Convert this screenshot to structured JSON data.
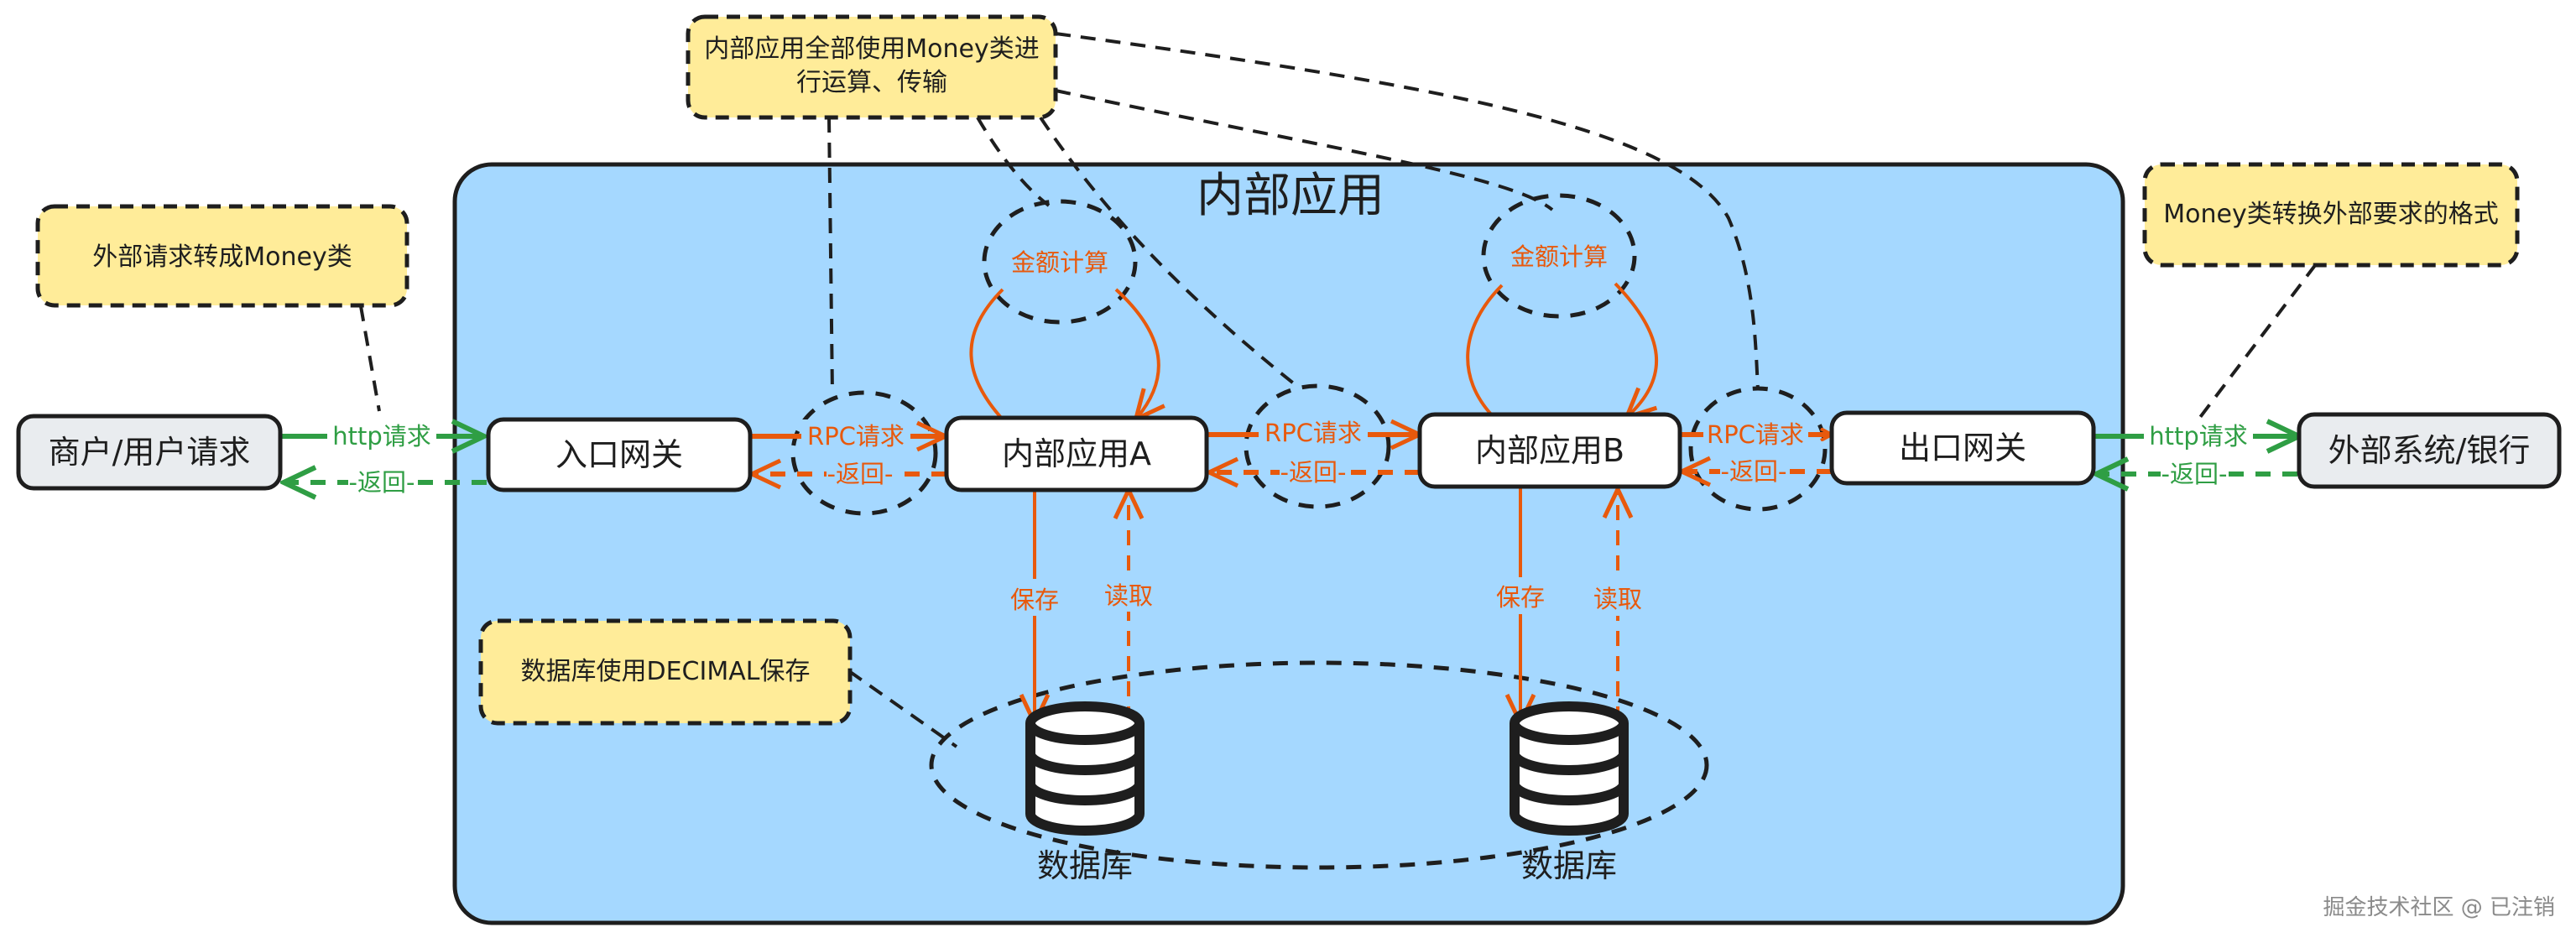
{
  "container": {
    "title": "内部应用",
    "fill": "#a5d8ff"
  },
  "colors": {
    "note_fill": "#ffec99",
    "orange": "#e8590c",
    "green": "#2f9e44",
    "external_fill": "#e9ecef",
    "box_fill": "#ffffff",
    "stroke": "#1e1e1e"
  },
  "nodes": {
    "merchant": "商户/用户请求",
    "entry_gateway": "入口网关",
    "app_a": "内部应用A",
    "app_b": "内部应用B",
    "exit_gateway": "出口网关",
    "external": "外部系统/银行"
  },
  "notes": {
    "top_line1": "内部应用全部使用Money类进",
    "top_line2": "行运算、传输",
    "left": "外部请求转成Money类",
    "right": "Money类转换外部要求的格式",
    "db": "数据库使用DECIMAL保存"
  },
  "edges": {
    "http_request": "http请求",
    "return": "-返回-",
    "rpc_request": "RPC请求",
    "calc": "金额计算",
    "save": "保存",
    "read": "读取"
  },
  "databases": {
    "a_label": "数据库",
    "b_label": "数据库",
    "icon": "database-icon"
  },
  "watermark": "掘金技术社区 @ 已注销"
}
